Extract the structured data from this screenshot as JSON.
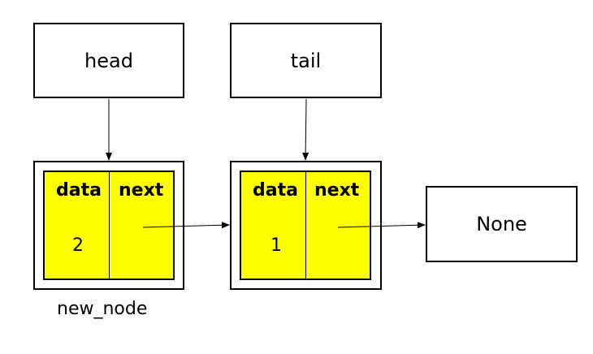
{
  "pointers": {
    "head": "head",
    "tail": "tail"
  },
  "nodes": [
    {
      "data_label": "data",
      "next_label": "next",
      "data_value": "2",
      "caption": "new_node"
    },
    {
      "data_label": "data",
      "next_label": "next",
      "data_value": "1"
    }
  ],
  "terminal": "None",
  "colors": {
    "node_fill": "#ffff00",
    "outline": "#000000",
    "background": "#ffffff"
  }
}
